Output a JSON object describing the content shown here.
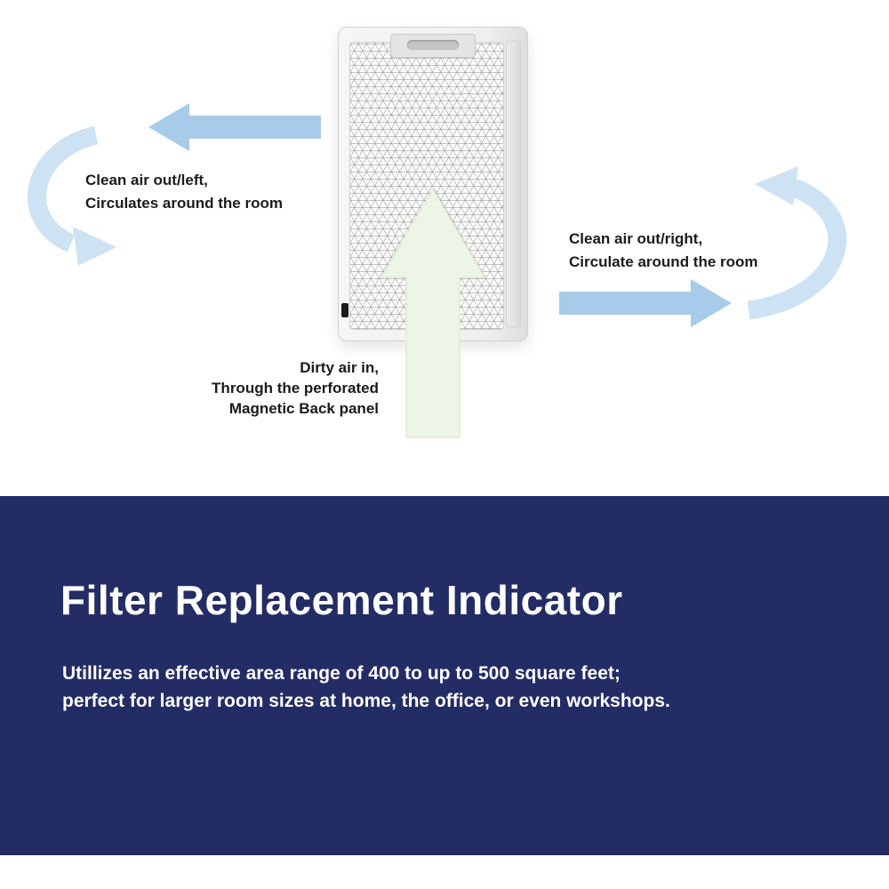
{
  "colors": {
    "navy_background": "#232c64",
    "arrow_blue": "#a7cbe9",
    "curved_arrow_blue": "#cde3f4",
    "up_arrow_green": "#edf5e6",
    "up_arrow_edge": "#dfecd2"
  },
  "diagram": {
    "left_arrow_label": {
      "line1": "Clean air out/left,",
      "line2": "Circulates around the room"
    },
    "right_arrow_label": {
      "line1": "Clean air out/right,",
      "line2": "Circulate around the room"
    },
    "dirty_air_label": {
      "line1": "Dirty air in,",
      "line2": "Through the perforated",
      "line3": "Magnetic Back panel"
    }
  },
  "info_panel": {
    "title": "Filter Replacement Indicator",
    "description": "Utillizes an effective area range of 400 to up to 500 square feet; perfect for larger room sizes at home, the office, or even workshops."
  }
}
